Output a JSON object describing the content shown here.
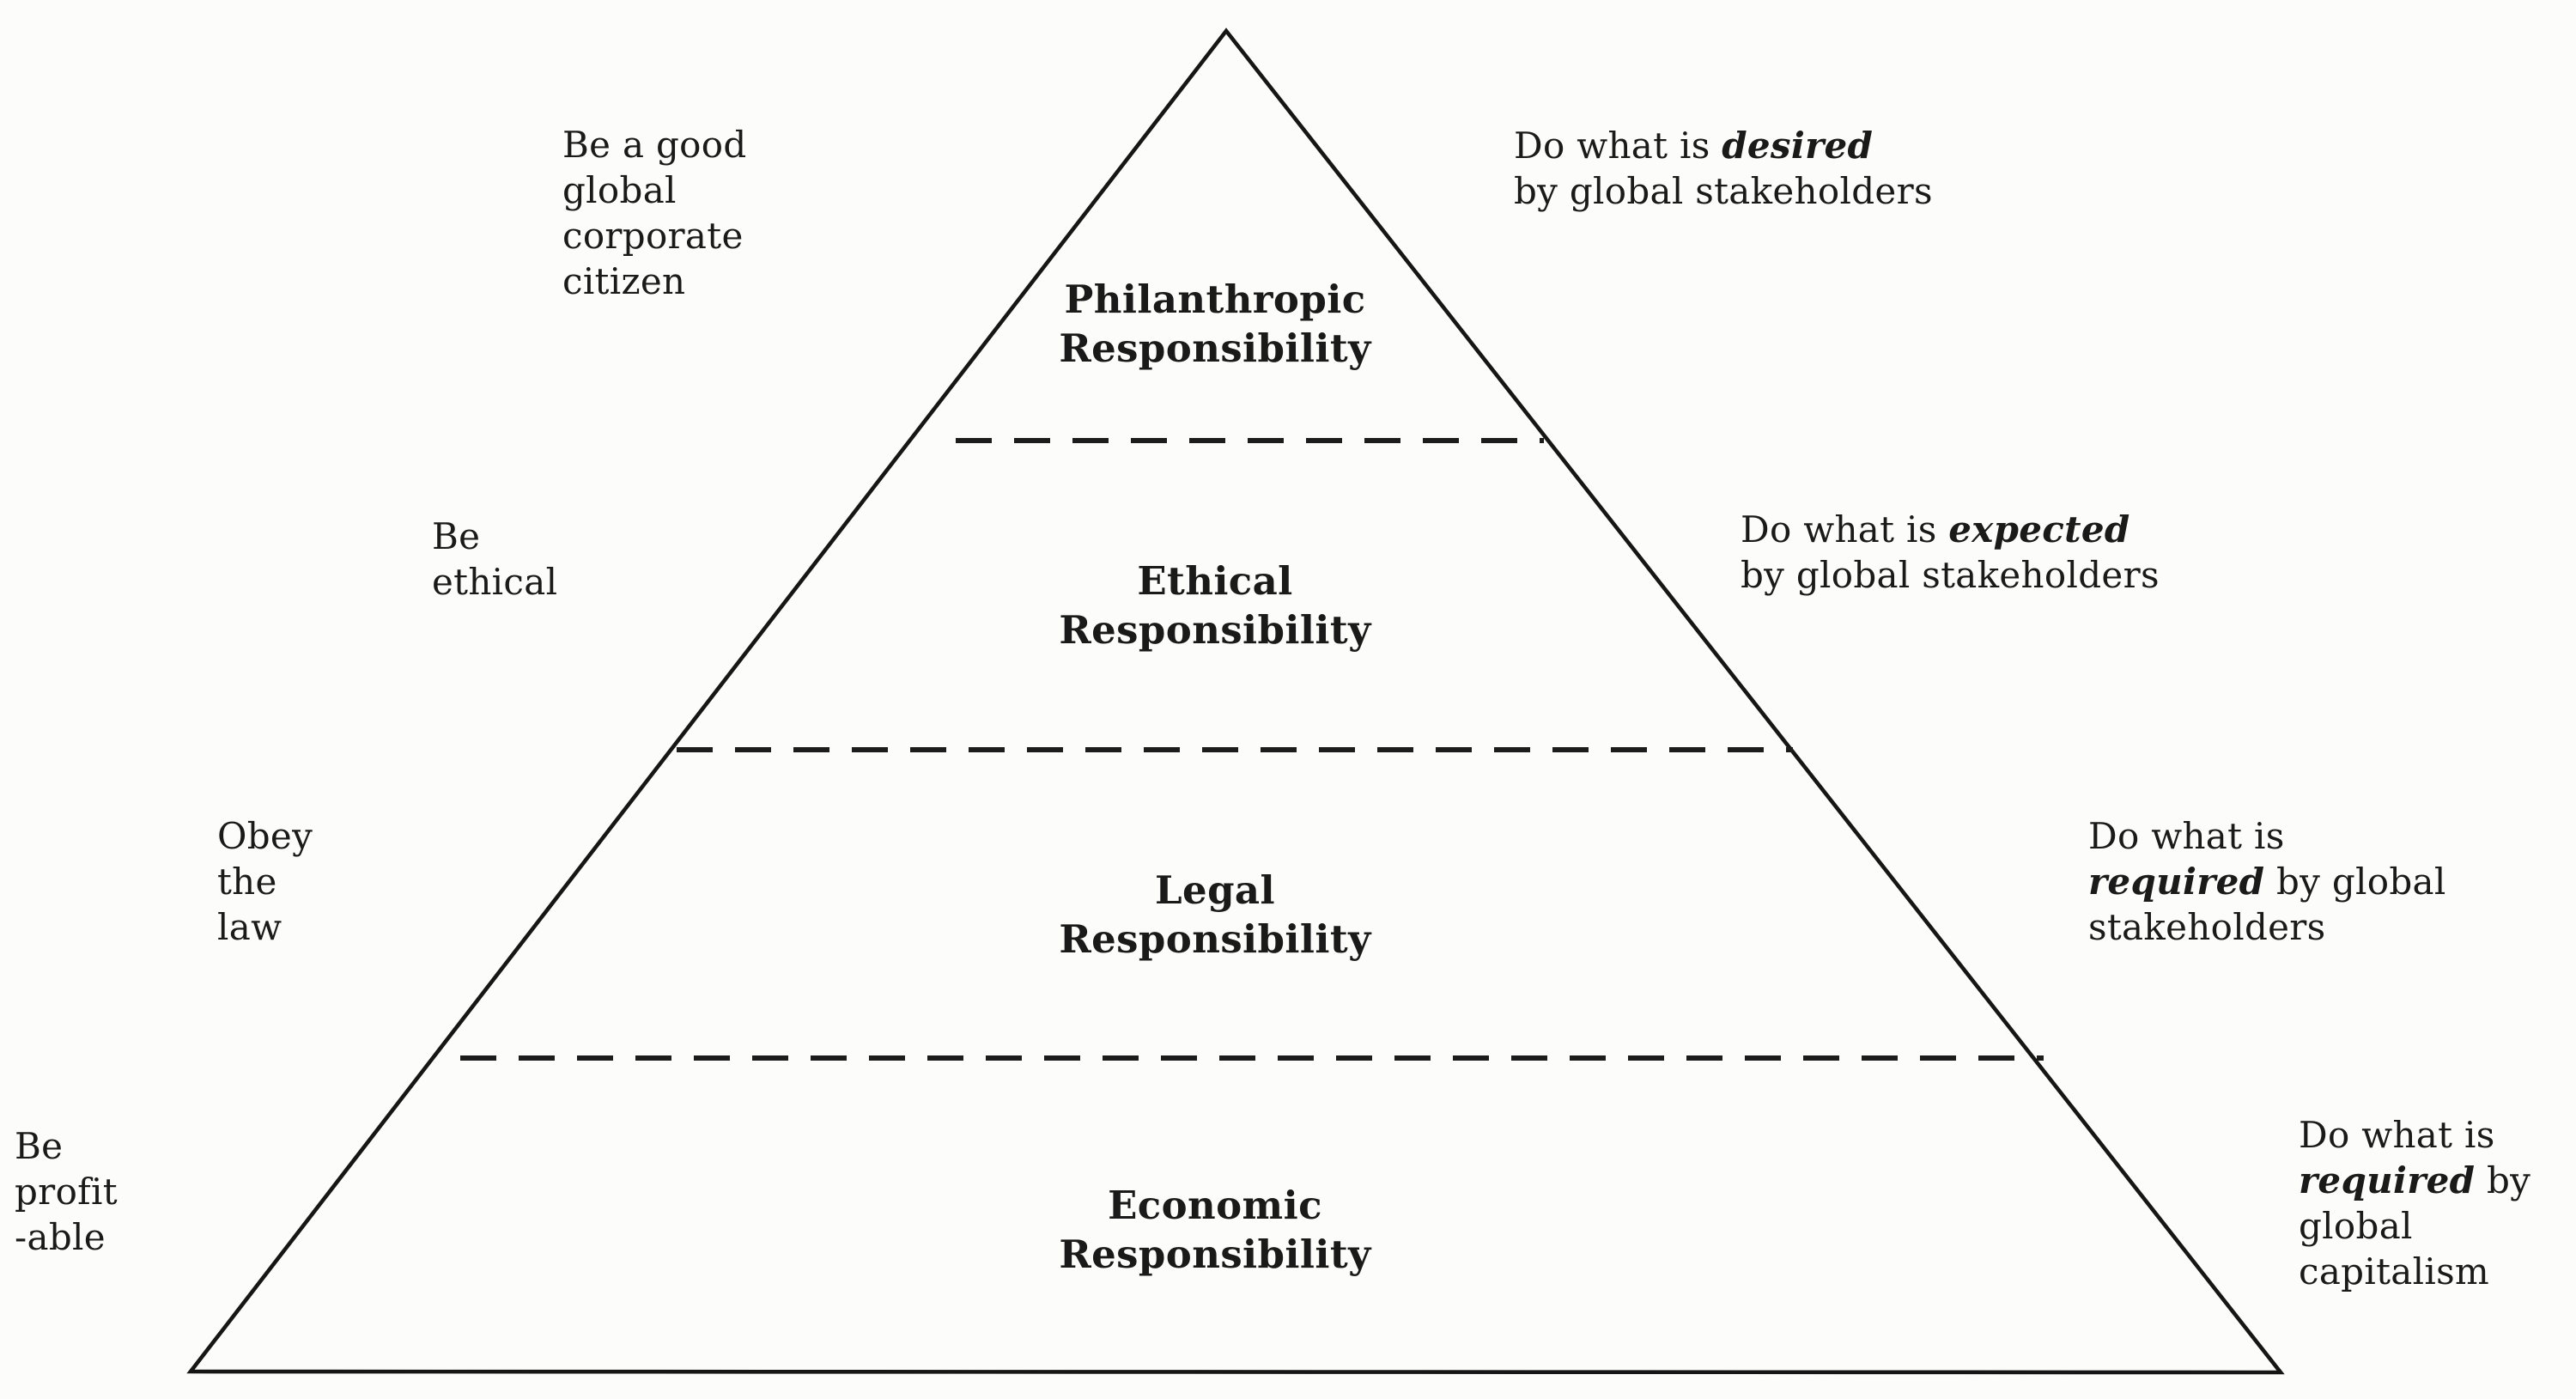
{
  "figure": {
    "type": "pyramid-diagram",
    "subject": "Corporate Social Responsibility pyramid",
    "colors": {
      "ink": "#1a1a1a",
      "background": "#fcfcfa"
    },
    "levels": [
      {
        "name": "Philanthropic Responsibility",
        "title_lines": [
          "Philanthropic",
          "Responsibility"
        ],
        "left_label_lines": [
          "Be a good",
          "global",
          "corporate",
          "citizen"
        ],
        "right_label_lines": [
          [
            "Do what is ",
            {
              "t": "desired",
              "em": true
            }
          ],
          [
            "by global stakeholders"
          ]
        ]
      },
      {
        "name": "Ethical Responsibility",
        "title_lines": [
          "Ethical",
          "Responsibility"
        ],
        "left_label_lines": [
          "Be",
          "ethical"
        ],
        "right_label_lines": [
          [
            "Do what is ",
            {
              "t": "expected",
              "em": true
            }
          ],
          [
            "by global stakeholders"
          ]
        ]
      },
      {
        "name": "Legal Responsibility",
        "title_lines": [
          "Legal",
          "Responsibility"
        ],
        "left_label_lines": [
          "Obey",
          "the",
          "law"
        ],
        "right_label_lines": [
          [
            "Do what is"
          ],
          [
            {
              "t": "required",
              "em": true
            },
            " by global"
          ],
          [
            "stakeholders"
          ]
        ]
      },
      {
        "name": "Economic Responsibility",
        "title_lines": [
          "Economic",
          "Responsibility"
        ],
        "left_label_lines": [
          "Be",
          "profit",
          "-able"
        ],
        "right_label_lines": [
          [
            "Do what is"
          ],
          [
            {
              "t": "required",
              "em": true
            },
            " by"
          ],
          [
            "global"
          ],
          [
            "capitalism"
          ]
        ]
      }
    ]
  }
}
